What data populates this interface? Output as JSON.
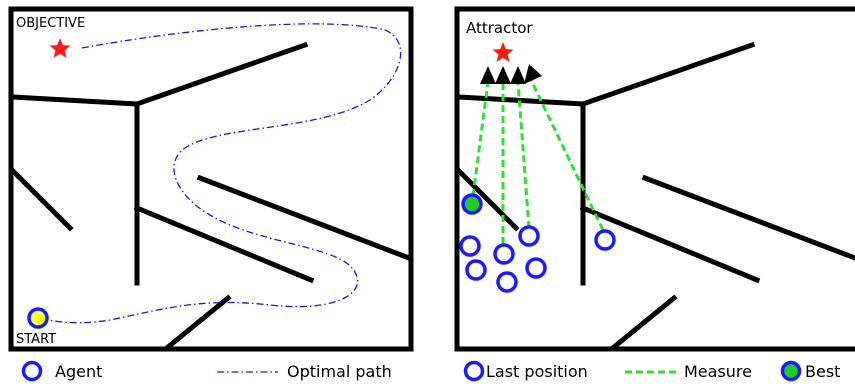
{
  "left_panel": {
    "objective_label": "OBJECTIVE",
    "start_label": "START"
  },
  "right_panel": {
    "attractor_label": "Attractor"
  },
  "legend_left": {
    "agent_label": "Agent",
    "path_label": "Optimal path"
  },
  "legend_right": {
    "last_position_label": "Last position",
    "measure_label": "Measure",
    "best_label": "Best"
  },
  "colors": {
    "wall": "#000000",
    "star": "#ff1a1a",
    "agent_ring": "#1a1aff",
    "start_fill": "#ffff33",
    "best_fill": "#22cc22",
    "path": "#1a1acc",
    "measure": "#33dd33"
  },
  "icons": [
    "star-icon",
    "agent-ring-icon",
    "arrowhead-icon"
  ]
}
